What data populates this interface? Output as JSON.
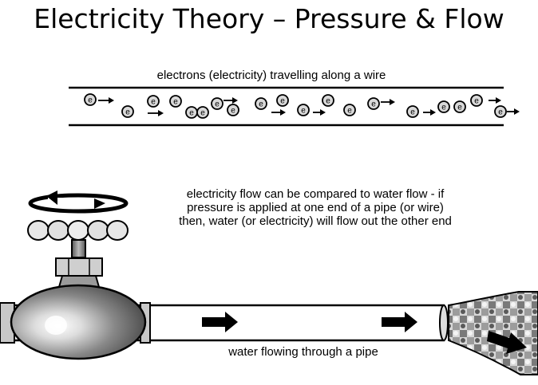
{
  "slide": {
    "title": "Electricity Theory – Pressure & Flow"
  },
  "wire_diagram": {
    "caption": "electrons (electricity) travelling along a wire",
    "electron_label": "e"
  },
  "analogy": {
    "line1": "electricity flow can be compared to water flow - if",
    "line2": "pressure is applied at one end of a pipe (or wire)",
    "line3": "then, water (or electricity) will flow out the other end"
  },
  "pipe_diagram": {
    "caption": "water flowing through a pipe"
  }
}
